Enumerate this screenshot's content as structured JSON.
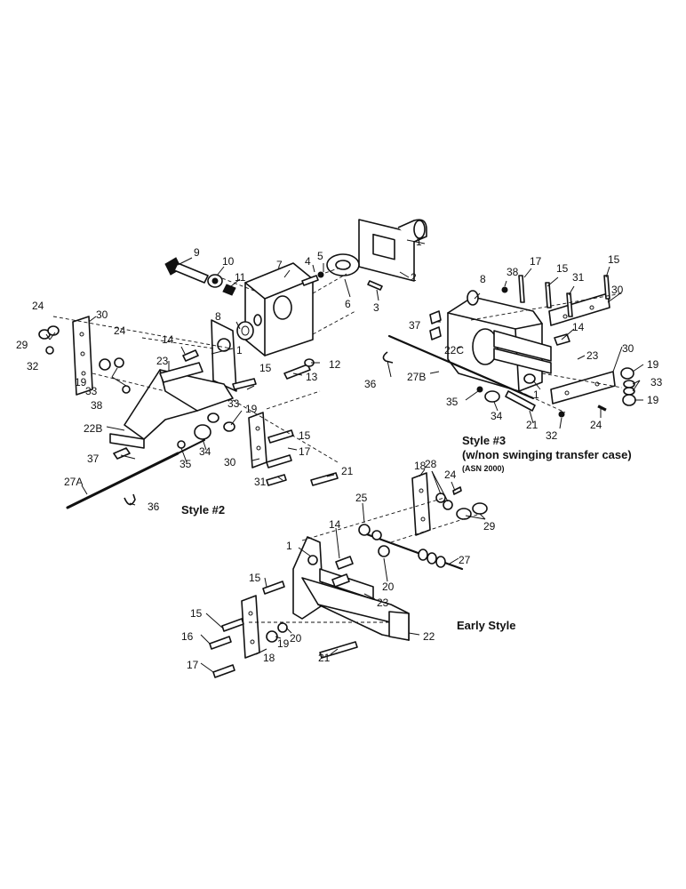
{
  "labels": {
    "style2": "Style #2",
    "style3_line1": "Style #3",
    "style3_line2": "(w/non swinging transfer case)",
    "style3_line3": "(ASN 2000)",
    "early": "Early Style"
  },
  "callouts": {
    "c1a": "1",
    "c2": "2",
    "c3": "3",
    "c4": "4",
    "c5": "5",
    "c6": "6",
    "c7": "7",
    "c8a": "8",
    "c9": "9",
    "c10": "10",
    "c11": "11",
    "c12": "12",
    "c13": "13",
    "c14a": "14",
    "c15a": "15",
    "c33a": "33",
    "c19a": "19",
    "c15b": "15",
    "c1b": "1",
    "c23a": "23",
    "c24a": "24",
    "c24b": "24",
    "c29a": "29",
    "c30a": "30",
    "c32a": "32",
    "c19b": "19",
    "c33b": "33",
    "c38a": "38",
    "c22b": "22B",
    "c37a": "37",
    "c35a": "35",
    "c34a": "34",
    "c30b": "30",
    "c17a": "17",
    "c21a": "21",
    "c31a": "31",
    "c27a": "27A",
    "c36a": "36",
    "c8b": "8",
    "c38b": "38",
    "c17b": "17",
    "c15c": "15",
    "c31b": "31",
    "c15d": "15",
    "c30c": "30",
    "c37b": "37",
    "c22c": "22C",
    "c36b": "36",
    "c27b": "27B",
    "c14b": "14",
    "c1c": "1",
    "c23b": "23",
    "c30d": "30",
    "c19c": "19",
    "c33c": "33",
    "c19d": "19",
    "c35b": "35",
    "c34b": "34",
    "c21b": "21",
    "c32b": "32",
    "c24c": "24",
    "c18a": "18",
    "c28": "28",
    "c24d": "24",
    "c25": "25",
    "c29b": "29",
    "c14c": "14",
    "c1d": "1",
    "c27": "27",
    "c20a": "20",
    "c15e": "15",
    "c23c": "23",
    "c15f": "15",
    "c16": "16",
    "c19e": "19",
    "c20b": "20",
    "c22": "22",
    "c17c": "17",
    "c18b": "18",
    "c21c": "21"
  }
}
